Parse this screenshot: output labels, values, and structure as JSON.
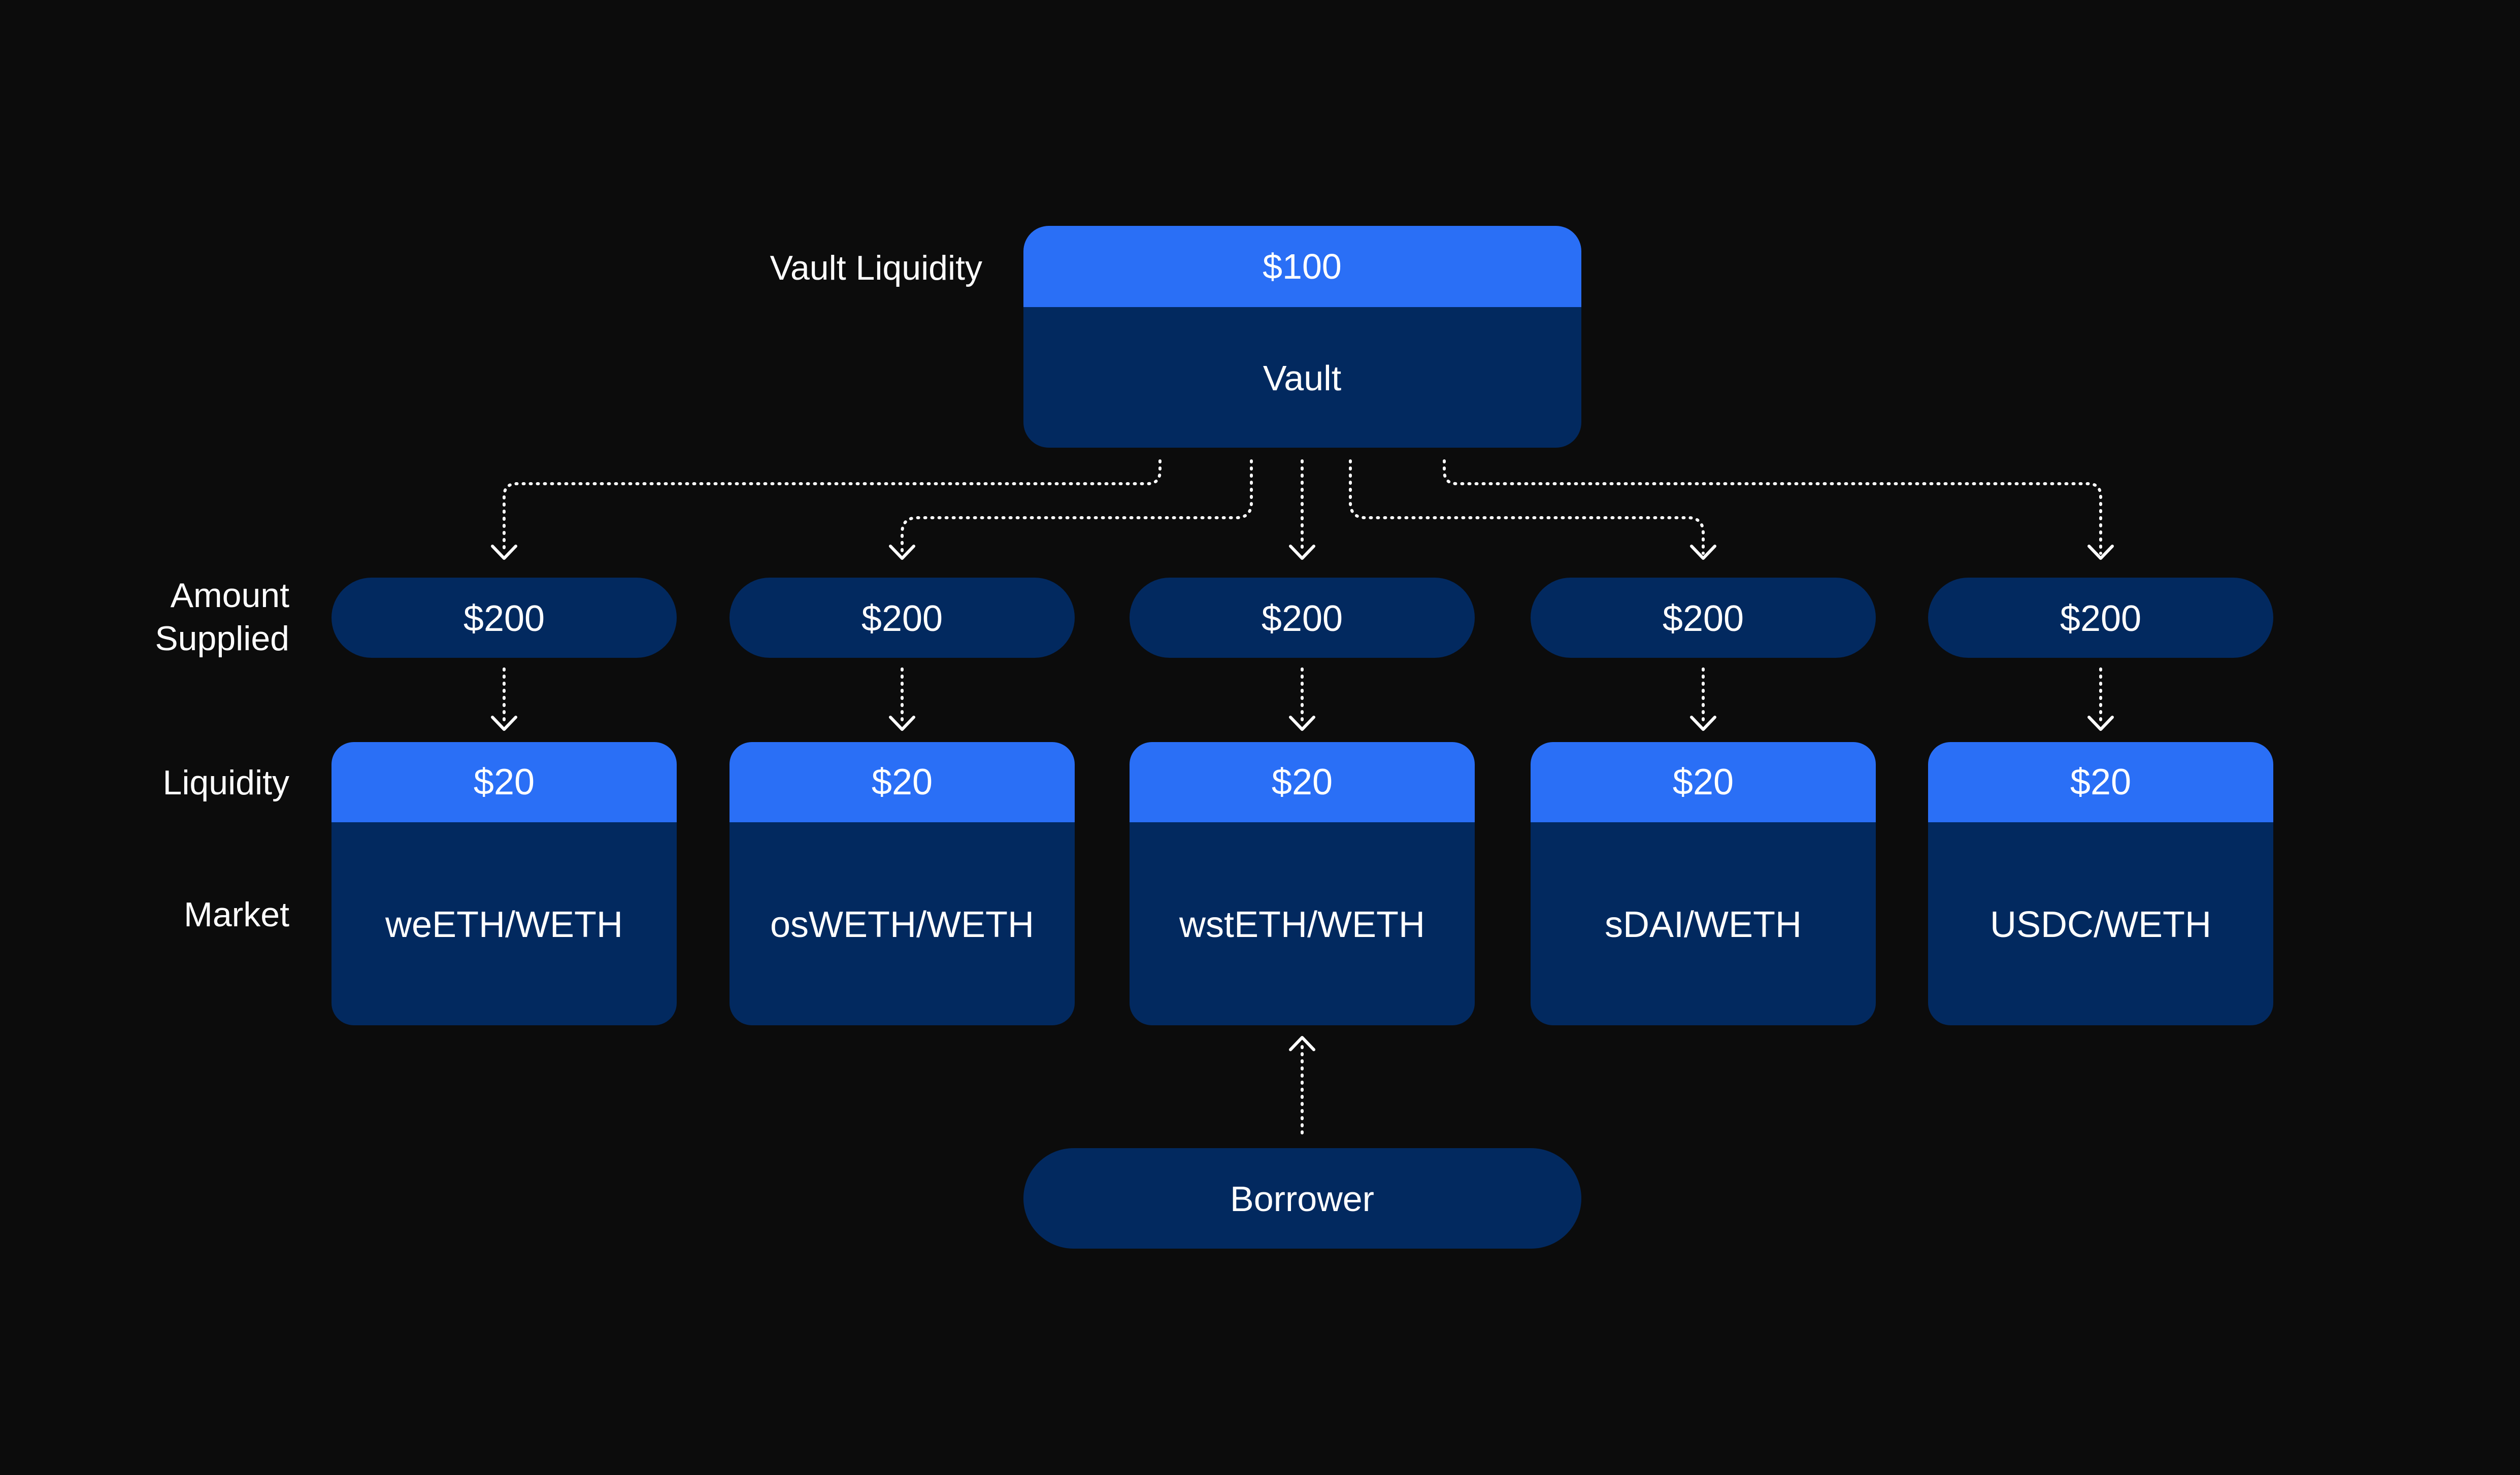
{
  "colors": {
    "background": "#0c0c0c",
    "accent_blue": "#2a6ff6",
    "navy": "#02295f",
    "text": "#ffffff"
  },
  "labels": {
    "vault_liquidity": "Vault Liquidity",
    "amount_supplied_line1": "Amount",
    "amount_supplied_line2": "Supplied",
    "liquidity": "Liquidity",
    "market": "Market"
  },
  "vault": {
    "liquidity": "$100",
    "name": "Vault"
  },
  "markets": [
    {
      "supplied": "$200",
      "liquidity": "$20",
      "name": "weETH/WETH"
    },
    {
      "supplied": "$200",
      "liquidity": "$20",
      "name": "osWETH/WETH"
    },
    {
      "supplied": "$200",
      "liquidity": "$20",
      "name": "wstETH/WETH"
    },
    {
      "supplied": "$200",
      "liquidity": "$20",
      "name": "sDAI/WETH"
    },
    {
      "supplied": "$200",
      "liquidity": "$20",
      "name": "USDC/WETH"
    }
  ],
  "borrower": {
    "label": "Borrower"
  }
}
